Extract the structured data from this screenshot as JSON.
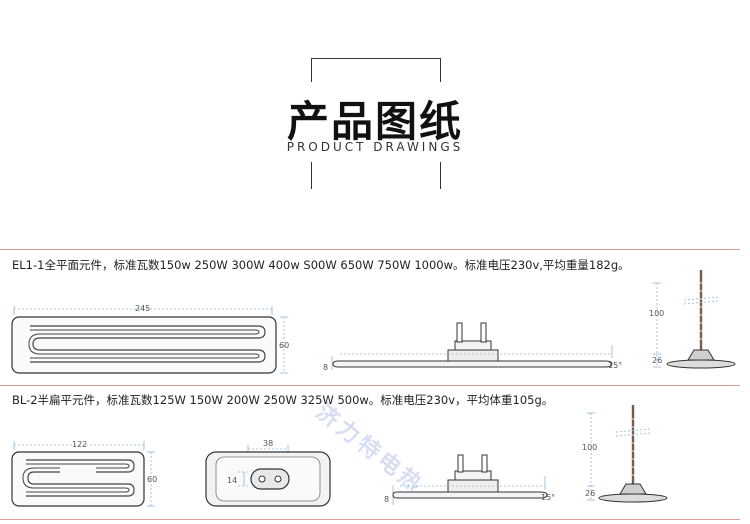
{
  "header": {
    "title_cn": "产品图纸",
    "title_en": "PRODUCT DRAWINGS"
  },
  "sections": [
    {
      "spec": "EL1-1全平面元件，标准瓦数150w 250W 300W 400w S00W 650W 750W 1000w。标准电压230v,平均重量182g。",
      "dims": {
        "length": "245",
        "height": "60",
        "thickness": "8",
        "angle": "15°",
        "lead_height": "100",
        "base_height": "26"
      }
    },
    {
      "spec": "BL-2半扁平元件，标准瓦数125W 150W 200W 250W 325W 500w。标准电压230v，平均体重105g。",
      "dims": {
        "length": "122",
        "height": "60",
        "socket_width": "38",
        "socket_height": "14",
        "thickness": "8",
        "angle": "15°",
        "lead_height": "100",
        "base_height": "26"
      }
    }
  ],
  "watermark": "济力特电热",
  "colors": {
    "rule": "#e39a9a",
    "dimension": "#8fb8d8",
    "outline": "#333333"
  }
}
